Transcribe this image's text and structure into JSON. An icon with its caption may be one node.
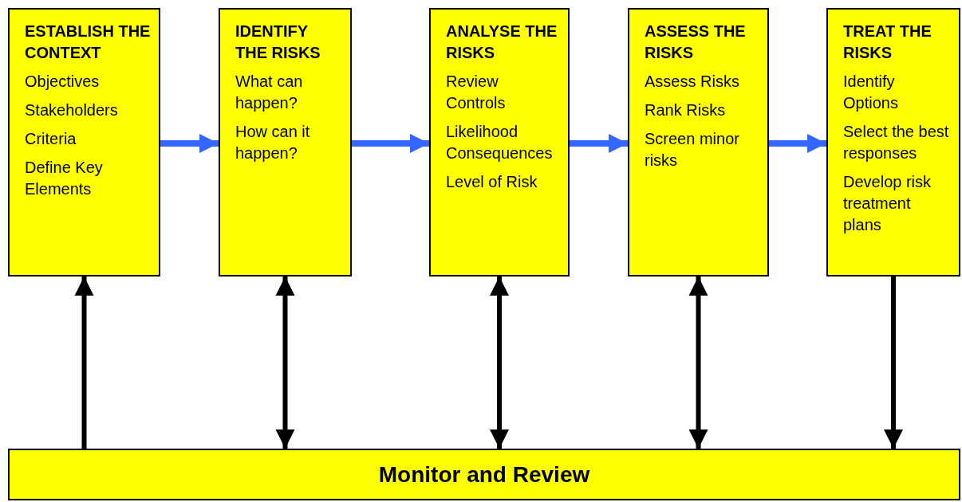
{
  "diagram": {
    "nodes": [
      {
        "text": [
          "ESTABLISH THE CONTEXT",
          "Objectives",
          "Stakeholders",
          "Criteria",
          "Define Key Elements"
        ]
      },
      {
        "text": [
          "IDENTIFY THE RISKS",
          "What can happen?",
          "How can it happen?"
        ]
      },
      {
        "text": [
          "ANALYSE THE RISKS",
          "Review Controls",
          "Likelihood Consequences",
          "Level of Risk"
        ]
      },
      {
        "text": [
          "ASSESS THE RISKS",
          "Assess Risks",
          "Rank Risks",
          "Screen minor risks"
        ]
      },
      {
        "text": [
          "TREAT THE RISKS",
          "Identify Options",
          "Select the best responses",
          "Develop risk treatment plans"
        ]
      },
      {
        "text": [
          "Monitor and Review"
        ]
      }
    ],
    "edges": [
      {
        "from": 0,
        "to": 1,
        "arrow": "to",
        "color": "#3366ff"
      },
      {
        "from": 1,
        "to": 2,
        "arrow": "to",
        "color": "#3366ff"
      },
      {
        "from": 2,
        "to": 3,
        "arrow": "to",
        "color": "#3366ff"
      },
      {
        "from": 3,
        "to": 4,
        "arrow": "to",
        "color": "#3366ff"
      },
      {
        "from": 5,
        "to": 0,
        "arrow": "to"
      },
      {
        "from": 1,
        "to": 5,
        "arrow": "both"
      },
      {
        "from": 2,
        "to": 5,
        "arrow": "both"
      },
      {
        "from": 3,
        "to": 5,
        "arrow": "both"
      },
      {
        "from": 4,
        "to": 5,
        "arrow": "to"
      }
    ]
  }
}
